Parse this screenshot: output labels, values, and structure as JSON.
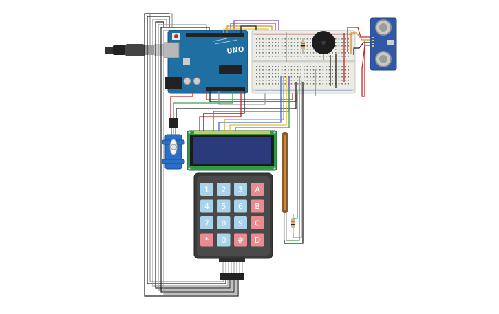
{
  "arduino": {
    "brand": "UNO",
    "color": "#1f6fa3"
  },
  "keypad": {
    "keys": [
      [
        "1",
        "2",
        "3",
        "A"
      ],
      [
        "4",
        "5",
        "6",
        "B"
      ],
      [
        "7",
        "8",
        "9",
        "C"
      ],
      [
        "*",
        "0",
        "#",
        "D"
      ]
    ],
    "digit_color": "#a9d3ea",
    "letter_color": "#ea8b92"
  },
  "lcd": {
    "screen_color": "#2b3a7a",
    "board_color": "#2e9a49"
  },
  "colors": {
    "breadboard": "#ecece7",
    "wire_black": "#222222",
    "wire_red": "#c0282a",
    "wire_orange": "#e08a2b",
    "wire_green": "#3aa24a",
    "wire_blue": "#3b6fc5",
    "wire_purple": "#7a46b3",
    "wire_gray": "#9a9a9a",
    "wire_yellow": "#e3c12b",
    "wire_brown": "#8a5a2b",
    "wire_teal": "#2aa7a6"
  }
}
